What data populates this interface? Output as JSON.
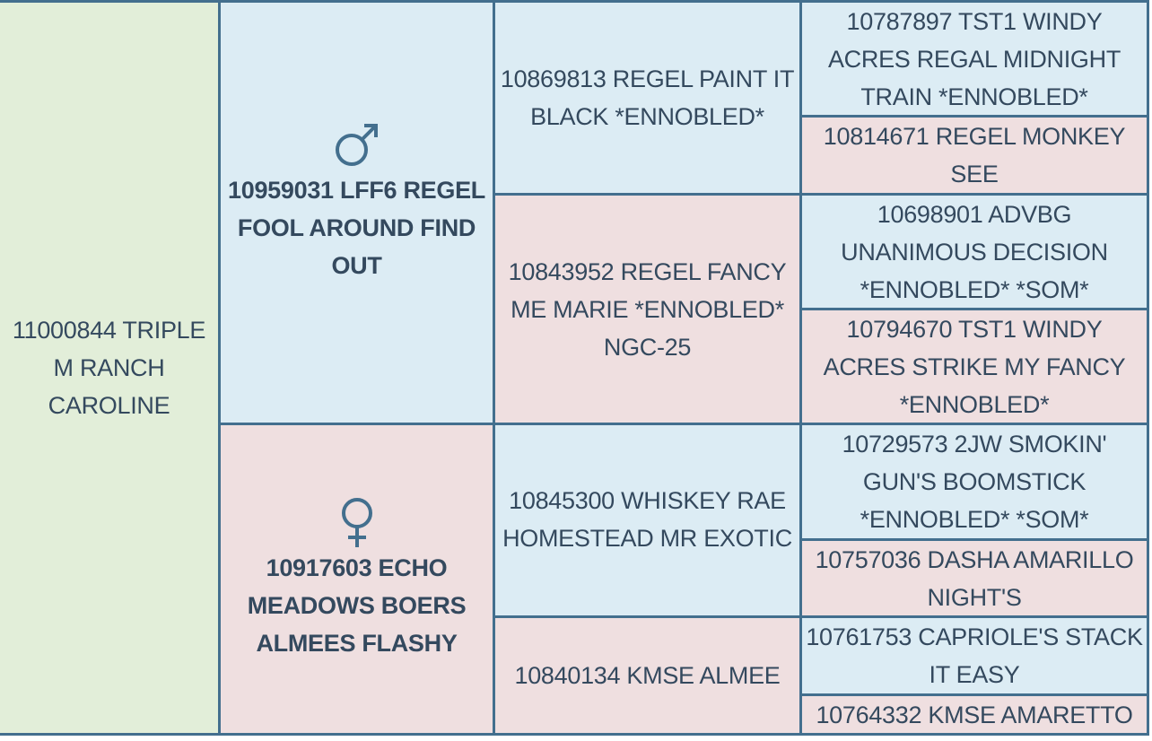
{
  "pedigree": {
    "subject": {
      "label": "11000844 TRIPLE M RANCH CAROLINE"
    },
    "sire": {
      "symbol": "male-symbol",
      "label": "10959031 LFF6 REGEL FOOL AROUND FIND OUT"
    },
    "dam": {
      "symbol": "female-symbol",
      "label": "10917603 ECHO MEADOWS BOERS ALMEES FLASHY"
    },
    "grandparents": [
      {
        "label": "10869813 REGEL PAINT IT BLACK *ENNOBLED*",
        "sex": "male"
      },
      {
        "label": "10843952 REGEL FANCY ME MARIE *ENNOBLED* NGC-25",
        "sex": "female"
      },
      {
        "label": "10845300 WHISKEY RAE HOMESTEAD MR EXOTIC",
        "sex": "male"
      },
      {
        "label": "10840134 KMSE ALMEE",
        "sex": "female"
      }
    ],
    "great_grandparents": [
      {
        "label": "10787897 TST1 WINDY ACRES REGAL MIDNIGHT TRAIN *ENNOBLED*",
        "sex": "male"
      },
      {
        "label": "10814671 REGEL MONKEY SEE",
        "sex": "female"
      },
      {
        "label": "10698901 ADVBG UNANIMOUS DECISION *ENNOBLED* *SOM*",
        "sex": "male"
      },
      {
        "label": "10794670 TST1 WINDY ACRES STRIKE MY FANCY *ENNOBLED*",
        "sex": "female"
      },
      {
        "label": "10729573 2JW SMOKIN' GUN'S BOOMSTICK *ENNOBLED* *SOM*",
        "sex": "male"
      },
      {
        "label": "10757036 DASHA AMARILLO NIGHT'S",
        "sex": "female"
      },
      {
        "label": "10761753 CAPRIOLE'S STACK IT EASY",
        "sex": "male"
      },
      {
        "label": "10764332 KMSE AMARETTO",
        "sex": "female"
      }
    ]
  },
  "colors": {
    "border": "#436f8e",
    "subject_bg": "#e2eed9",
    "male_bg": "#dcecf4",
    "female_bg": "#efdfe0",
    "text": "#34495e",
    "symbol": "#436f8e"
  }
}
